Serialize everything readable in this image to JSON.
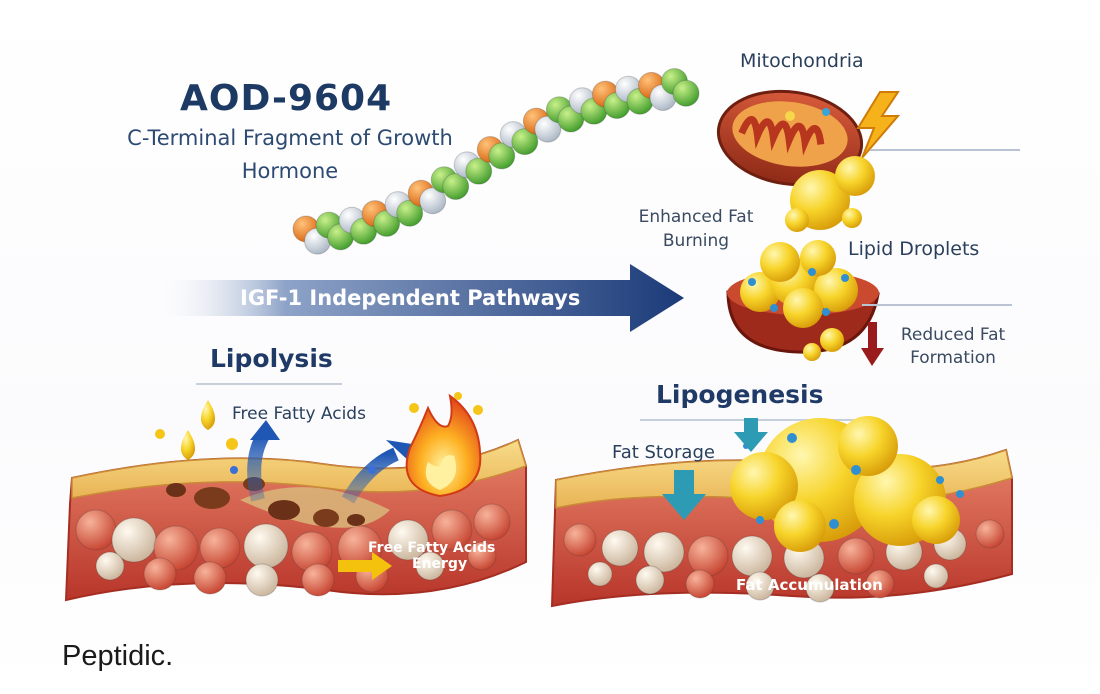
{
  "header": {
    "title": "AOD-9604",
    "subtitle": "C-Terminal Fragment of Growth Hormone"
  },
  "labels": {
    "mitochondria": "Mitochondria",
    "enhanced_fat_burning": "Enhanced Fat Burning",
    "lipid_droplets": "Lipid Droplets",
    "reduced_fat_formation": "Reduced Fat Formation",
    "pathway": "IGF-1 Independent Pathways",
    "lipolysis": "Lipolysis",
    "free_fatty_acids": "Free Fatty Acids",
    "free_fatty_acids_tissue": "Free Fatty Acids",
    "energy": "Energy",
    "lipogenesis": "Lipogenesis",
    "fat_storage": "Fat Storage",
    "fat_accumulation": "Fat Accumulation"
  },
  "brand": {
    "name": "Peptidic."
  },
  "icons": [
    "peptide-chain-icon",
    "mitochondria-icon",
    "lightning-icon",
    "fat-globules-icon",
    "lipid-droplet-bowl-icon",
    "down-arrow-icon",
    "flame-icon",
    "oil-drop-icon",
    "blue-arrow-icon",
    "yellow-arrow-icon"
  ],
  "colors": {
    "title": "#1c3a63",
    "arrow": "#1e3d7a",
    "fat_yellow": "#f5c518",
    "tissue_red": "#c9473a",
    "reduced_arrow": "#9a1b1b",
    "storage_arrow": "#2e9bb5"
  }
}
